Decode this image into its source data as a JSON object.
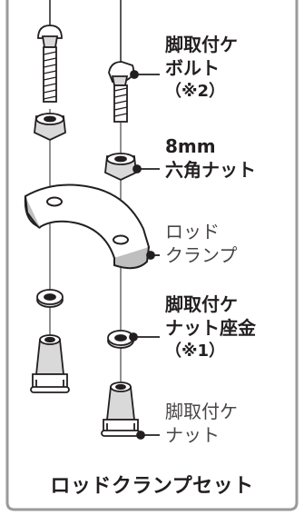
{
  "labels": {
    "bolt": {
      "line1": "脚取付ケ",
      "line2": "ボルト",
      "note": "（※2）"
    },
    "hex_nut": {
      "line1": "8mm",
      "line2": "六角ナット"
    },
    "rod_clamp": {
      "line1": "ロッド",
      "line2": "クランプ"
    },
    "nut_washer": {
      "line1": "脚取付ケ",
      "line2": "ナット座金",
      "note": "（※1）"
    },
    "leg_nut": {
      "line1": "脚取付ケ",
      "line2": "ナット"
    }
  },
  "caption": "ロッドクランプセット",
  "colors": {
    "line": "#231f20",
    "part_fill": "#ffffff",
    "shade": "#d9d9d9",
    "dark_shade": "#bfbfbf"
  }
}
